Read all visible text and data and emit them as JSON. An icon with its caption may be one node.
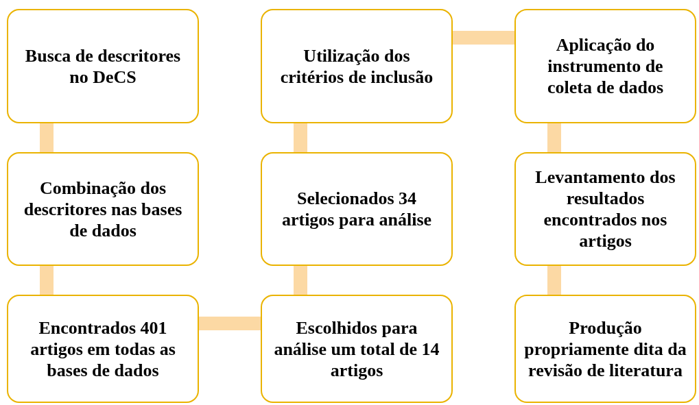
{
  "diagram": {
    "nodes": [
      {
        "text": [
          "Busca de descritores no DeCS"
        ]
      },
      {
        "text": [
          "Utilização dos critérios de inclusão"
        ]
      },
      {
        "text": [
          "Aplicação do instrumento de coleta de dados"
        ]
      },
      {
        "text": [
          "Combinação dos descritores nas bases de dados"
        ]
      },
      {
        "text": [
          "Selecionados 34 artigos para análise"
        ]
      },
      {
        "text": [
          "Levantamento dos resultados encontrados nos artigos"
        ]
      },
      {
        "text": [
          "Encontrados 401 artigos em todas as bases de dados"
        ]
      },
      {
        "text": [
          "Escolhidos para análise um total de 14 artigos"
        ]
      },
      {
        "text": [
          "Produção propriamente dita da revisão de literatura"
        ]
      }
    ],
    "edges": [
      {
        "from": 0,
        "to": 3,
        "arrow": "none"
      },
      {
        "from": 3,
        "to": 6,
        "arrow": "none"
      },
      {
        "from": 6,
        "to": 7,
        "arrow": "none"
      },
      {
        "from": 7,
        "to": 4,
        "arrow": "none"
      },
      {
        "from": 4,
        "to": 1,
        "arrow": "none"
      },
      {
        "from": 1,
        "to": 2,
        "arrow": "none"
      },
      {
        "from": 2,
        "to": 5,
        "arrow": "none"
      },
      {
        "from": 5,
        "to": 8,
        "arrow": "none"
      }
    ]
  }
}
